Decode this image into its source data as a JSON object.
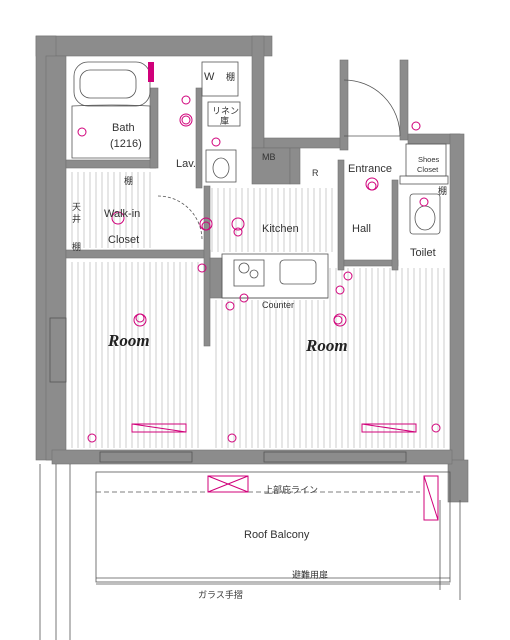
{
  "labels": {
    "bath": "Bath",
    "bath_size": "(1216)",
    "w": "W",
    "linen": "リネン",
    "linen_2": "庫",
    "lav": "Lav.",
    "mb": "MB",
    "entrance": "Entrance",
    "shoes": "Shoes",
    "closet": "Closet",
    "r": "R",
    "walkin": "Walk-in",
    "walkin_closet": "Closet",
    "kitchen": "Kitchen",
    "hall": "Hall",
    "toilet": "Toilet",
    "counter": "Counter",
    "room_left": "Room",
    "room_right": "Room",
    "shelf_1": "棚",
    "shelf_2": "棚",
    "shelf_3": "棚",
    "shelf_4": "棚",
    "ceiling_1": "天",
    "ceiling_2": "井",
    "upper_eave": "上部庇ライン",
    "roof_balcony": "Roof Balcony",
    "evac_hatch": "避難用扉",
    "glass_rail": "ガラス手摺"
  },
  "colors": {
    "wall": "#8c8c8c",
    "outlet": "#d0007a",
    "line": "#555555",
    "floor_line": "#b9b9b9"
  },
  "icons": [
    "outlet-icon",
    "light-icon",
    "vent-icon",
    "ac-icon",
    "toilet-icon",
    "sink-icon",
    "stove-icon"
  ]
}
